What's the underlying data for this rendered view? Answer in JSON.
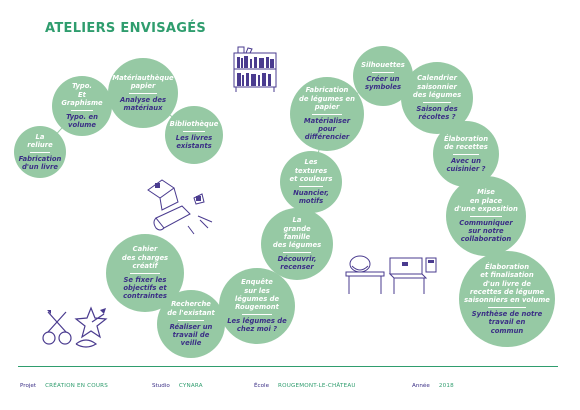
{
  "header": {
    "title": "ATELIERS ENVISAGÉS"
  },
  "workshops": [
    {
      "title": "La\nreliure",
      "subtitle": "Fabrication\nd'un livre"
    },
    {
      "title": "Typo.\nEt\nGraphisme",
      "subtitle": "Typo. en\nvolume"
    },
    {
      "title": "Matériauthèque\npapier",
      "subtitle": "Analyse des\nmatériaux"
    },
    {
      "title": "Bibliothèque",
      "subtitle": "Les livres\nexistants"
    },
    {
      "title": "Silhouettes",
      "subtitle": "Créer un\nsymboles"
    },
    {
      "title": "Calendrier\nsaisonnier\ndes légumes",
      "subtitle": "Saison des\nrécoltes ?"
    },
    {
      "title": "Fabrication\nde légumes en\npapier",
      "subtitle": "Matérialiser pour\ndifférencier"
    },
    {
      "title": "Élaboration\nde recettes",
      "subtitle": "Avec un\ncuisinier ?"
    },
    {
      "title": "Les\ntextures\net couleurs",
      "subtitle": "Nuancier,\nmotifs"
    },
    {
      "title": "Mise\nen place\nd'une exposition",
      "subtitle": "Communiquer\nsur notre\ncollaboration"
    },
    {
      "title": "La\ngrande\nfamille\ndes légumes",
      "subtitle": "Découvrir,\nrecenser"
    },
    {
      "title": "Cahier\ndes charges\ncréatif",
      "subtitle": "Se fixer les\nobjectifs et\ncontraintes"
    },
    {
      "title": "Enquête\nsur les\nlégumes de\nRougemont",
      "subtitle": "Les légumes de\nchez moi ?"
    },
    {
      "title": "Élaboration\net finalisation\nd'un livre de\nrecettes de légume\nsaisonniers en volume",
      "subtitle": "Synthèse de notre\ntravail en\ncommun"
    },
    {
      "title": "Recherche\nde l'existant",
      "subtitle": "Réaliser un\ntravail de\nveille"
    }
  ],
  "footer": {
    "projet_label": "Projet",
    "projet_value": "CRÉATION EN COURS",
    "studio_label": "Studio",
    "studio_value": "CYNARA",
    "ecole_label": "École",
    "ecole_value": "ROUGEMONT-LE-CHÂTEAU",
    "annee_label": "Année",
    "annee_value": "2018"
  },
  "colors": {
    "accent": "#2f9d6e",
    "bubble": "#96c9a4",
    "ink": "#3b2f86"
  },
  "icons": [
    "bookshelf-icon",
    "papercraft-icon",
    "desks-icon",
    "scissors-icon",
    "star-plant-icon"
  ]
}
